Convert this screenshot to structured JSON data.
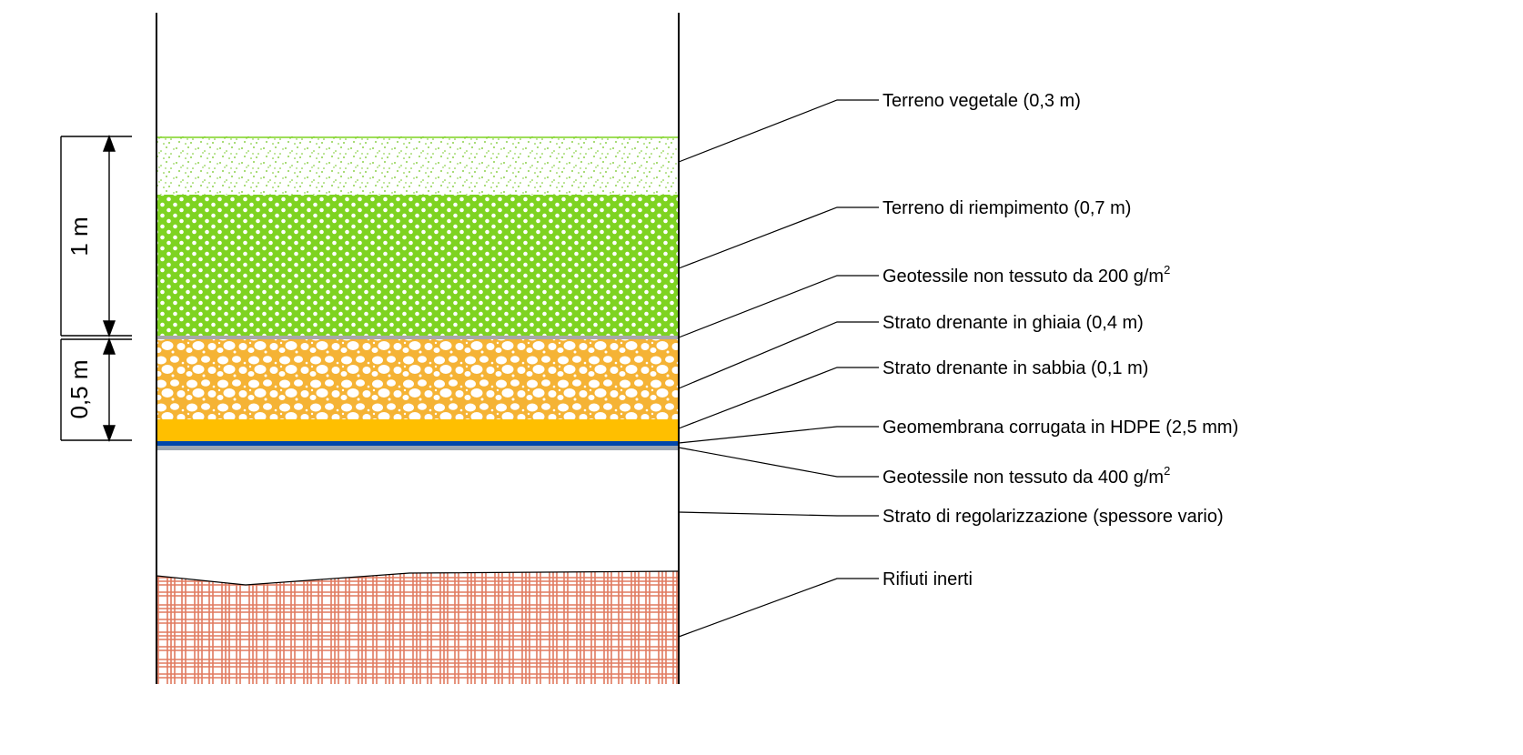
{
  "layers": [
    {
      "id": "terreno-vegetale",
      "label": "Terreno vegetale (0,3 m)",
      "color": "#7ed321"
    },
    {
      "id": "terreno-riempimento",
      "label": "Terreno di riempimento (0,7 m)",
      "color": "#7ed321"
    },
    {
      "id": "geotessile-200",
      "label": "Geotessile non tessuto da 200 g/m",
      "sup": "2",
      "color": "#a0a0a0"
    },
    {
      "id": "strato-ghiaia",
      "label": "Strato drenante in ghiaia (0,4 m)",
      "color": "#f6b93b"
    },
    {
      "id": "strato-sabbia",
      "label": "Strato drenante in sabbia (0,1 m)",
      "color": "#ffbf00"
    },
    {
      "id": "geomembrana-hdpe",
      "label": "Geomembrana corrugata in HDPE (2,5 mm)",
      "color": "#0047ab"
    },
    {
      "id": "geotessile-400",
      "label": "Geotessile non tessuto da 400 g/m",
      "sup": "2",
      "color": "#9aa6b2"
    },
    {
      "id": "strato-regolarizzazione",
      "label": "Strato di regolarizzazione (spessore vario)",
      "color": "#ffffff"
    },
    {
      "id": "rifiuti-inerti",
      "label": "Rifiuti inerti",
      "color": "#e07a5f"
    }
  ],
  "dimensions": {
    "upper": "1 m",
    "lower": "0,5 m"
  }
}
